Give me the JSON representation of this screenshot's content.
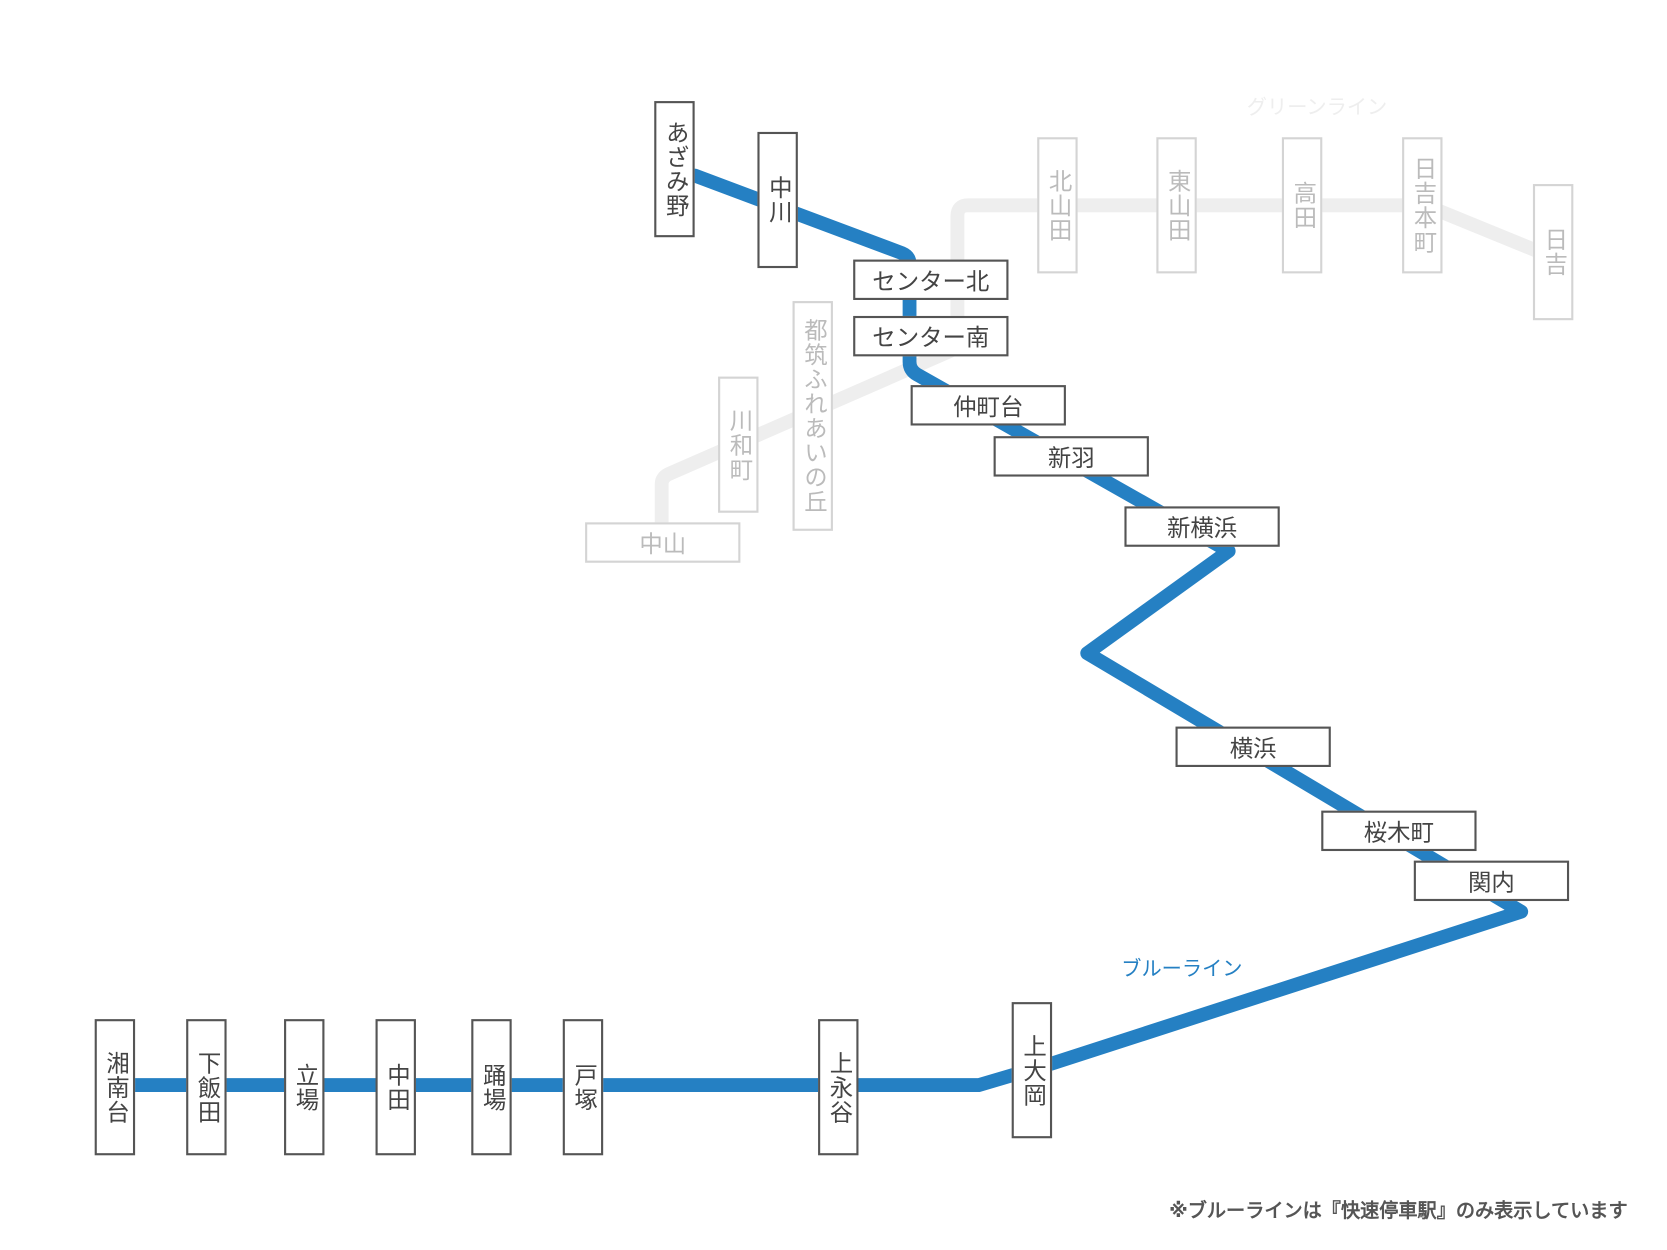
{
  "colors": {
    "blue_line": "#2580c3",
    "green_line": "#eeeeee",
    "station_border": "#555555",
    "inactive_border": "#d4d4d4",
    "inactive_text": "#bbbbbb"
  },
  "lines": {
    "blue": "ブルーライン",
    "green": "グリーンライン"
  },
  "blue_stations": {
    "azamino": "あざみ野",
    "nakagawa": "中川",
    "center_kita": "センター北",
    "center_minami": "センター南",
    "nakamachidai": "仲町台",
    "nippa": "新羽",
    "shin_yokohama": "新横浜",
    "yokohama": "横浜",
    "sakuragicho": "桜木町",
    "kannai": "関内",
    "kamiooka": "上大岡",
    "kaminagaya": "上永谷",
    "totsuka": "戸塚",
    "odoriba": "踊場",
    "nakata": "中田",
    "tateba": "立場",
    "shimoiida": "下飯田",
    "shonandai": "湘南台"
  },
  "green_stations": {
    "kitayamata": "北山田",
    "higashiyamata": "東山田",
    "takata": "高田",
    "hiyoshihoncho": "日吉本町",
    "hiyoshi": "日吉",
    "tsuzuki": "都筑ふれあいの丘",
    "kawawacho": "川和町",
    "nakayama": "中山"
  },
  "note": "※ブルーラインは『快速停車駅』のみ表示しています"
}
